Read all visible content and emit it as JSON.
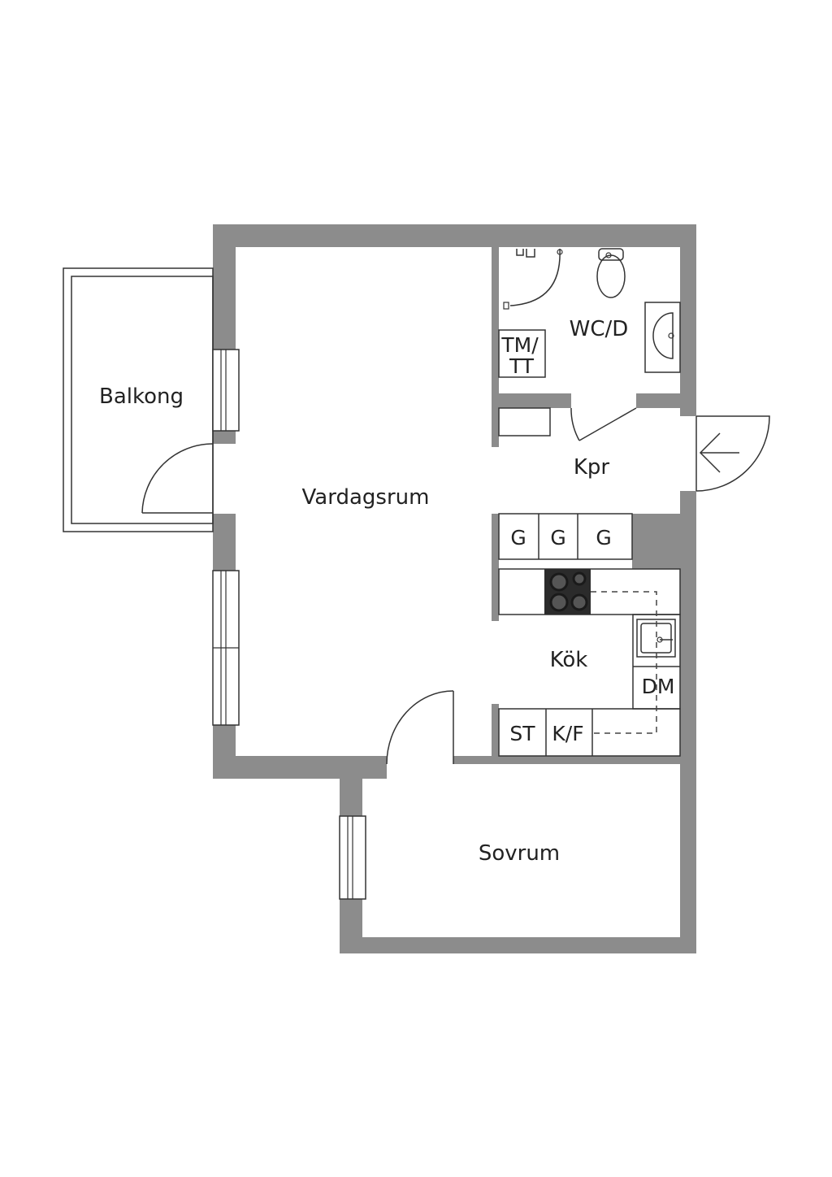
{
  "colors": {
    "wall": "#8c8c8c",
    "line": "#333333",
    "background": "#ffffff",
    "stove": "#2b2b2b"
  },
  "rooms": {
    "balkong": "Balkong",
    "vardagsrum": "Vardagsrum",
    "wc": "WC/D",
    "kpr": "Kpr",
    "kok": "Kök",
    "sovrum": "Sovrum"
  },
  "fixtures": {
    "tm": "TM/",
    "tt": "TT",
    "g1": "G",
    "g2": "G",
    "g3": "G",
    "dm": "DM",
    "st": "ST",
    "kf": "K/F"
  },
  "icons": {
    "entry": "arrow-left-icon",
    "toilet": "toilet-icon",
    "washbasin": "washbasin-icon",
    "sink": "kitchen-sink-icon",
    "stove": "stove-icon",
    "shower": "shower-icon"
  }
}
